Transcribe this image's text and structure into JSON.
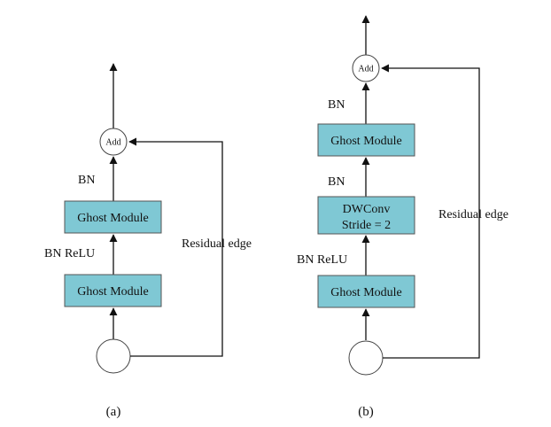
{
  "diagram_a": {
    "caption": "(a)",
    "add_label": "Add",
    "bn_top": "BN",
    "bn_relu": "BN ReLU",
    "module_upper": "Ghost Module",
    "module_lower": "Ghost Module",
    "residual": "Residual edge"
  },
  "diagram_b": {
    "caption": "(b)",
    "add_label": "Add",
    "bn_top": "BN",
    "bn_mid": "BN",
    "bn_relu": "BN ReLU",
    "module_upper": "Ghost Module",
    "dwconv_line1": "DWConv",
    "dwconv_line2": "Stride = 2",
    "module_lower": "Ghost Module",
    "residual": "Residual edge"
  },
  "colors": {
    "module_fill": "#7fc8d4",
    "stroke": "#111111"
  }
}
